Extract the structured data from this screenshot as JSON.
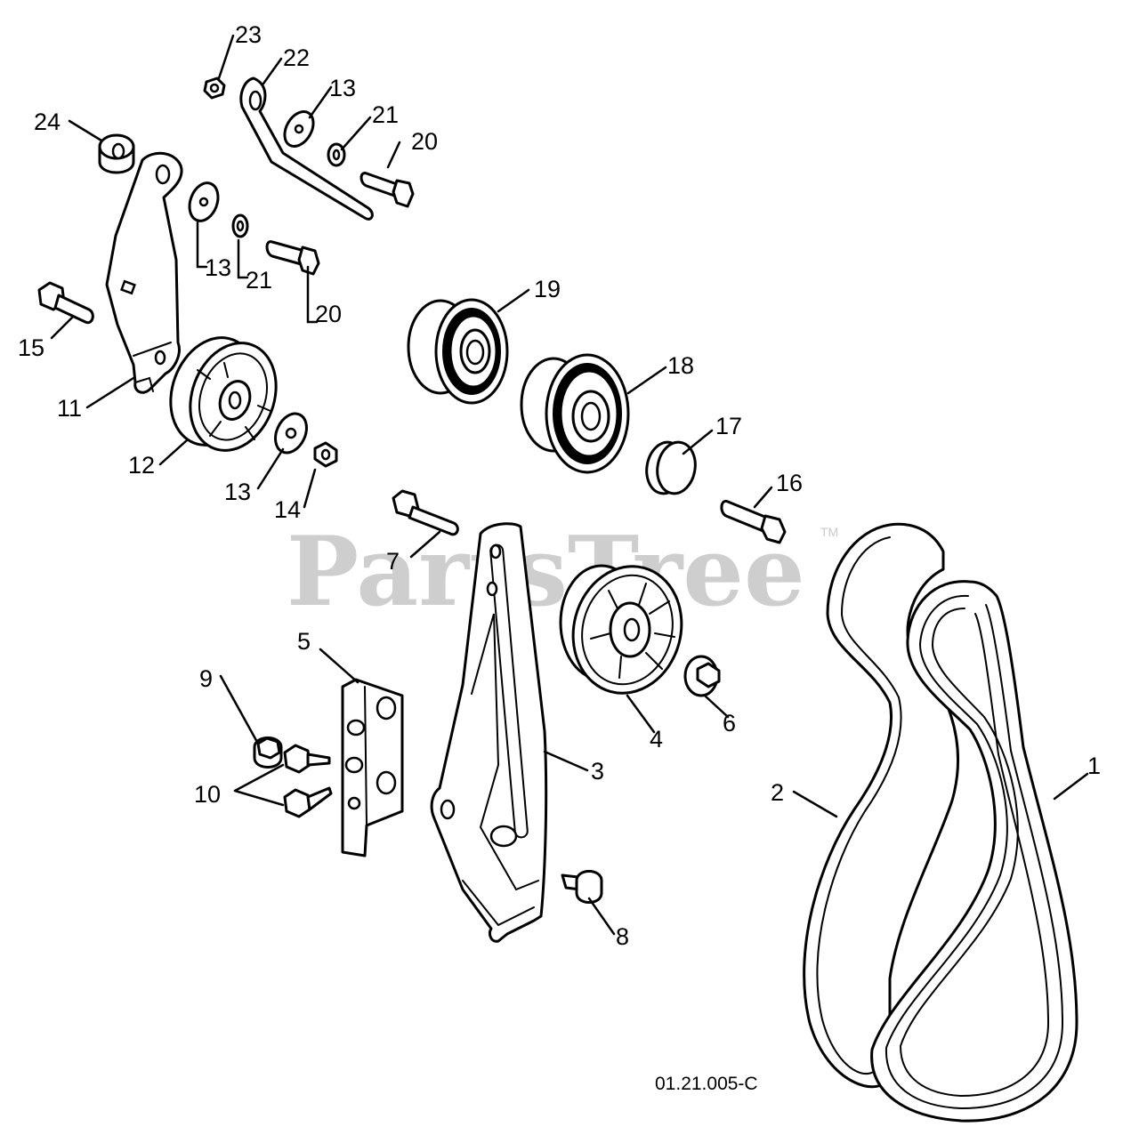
{
  "diagram": {
    "reference_code": "01.21.005-C",
    "watermark": {
      "text": "PartsTree",
      "trademark": "TM"
    },
    "callouts": [
      {
        "id": "c1",
        "label": "1"
      },
      {
        "id": "c2",
        "label": "2"
      },
      {
        "id": "c3",
        "label": "3"
      },
      {
        "id": "c4",
        "label": "4"
      },
      {
        "id": "c5",
        "label": "5"
      },
      {
        "id": "c6",
        "label": "6"
      },
      {
        "id": "c7",
        "label": "7"
      },
      {
        "id": "c8",
        "label": "8"
      },
      {
        "id": "c9",
        "label": "9"
      },
      {
        "id": "c10",
        "label": "10"
      },
      {
        "id": "c11",
        "label": "11"
      },
      {
        "id": "c12",
        "label": "12"
      },
      {
        "id": "c13a",
        "label": "13"
      },
      {
        "id": "c13b",
        "label": "13"
      },
      {
        "id": "c13c",
        "label": "13"
      },
      {
        "id": "c14",
        "label": "14"
      },
      {
        "id": "c15",
        "label": "15"
      },
      {
        "id": "c16",
        "label": "16"
      },
      {
        "id": "c17",
        "label": "17"
      },
      {
        "id": "c18",
        "label": "18"
      },
      {
        "id": "c19",
        "label": "19"
      },
      {
        "id": "c20a",
        "label": "20"
      },
      {
        "id": "c20b",
        "label": "20"
      },
      {
        "id": "c21a",
        "label": "21"
      },
      {
        "id": "c21b",
        "label": "21"
      },
      {
        "id": "c22",
        "label": "22"
      },
      {
        "id": "c23",
        "label": "23"
      },
      {
        "id": "c24",
        "label": "24"
      }
    ]
  }
}
